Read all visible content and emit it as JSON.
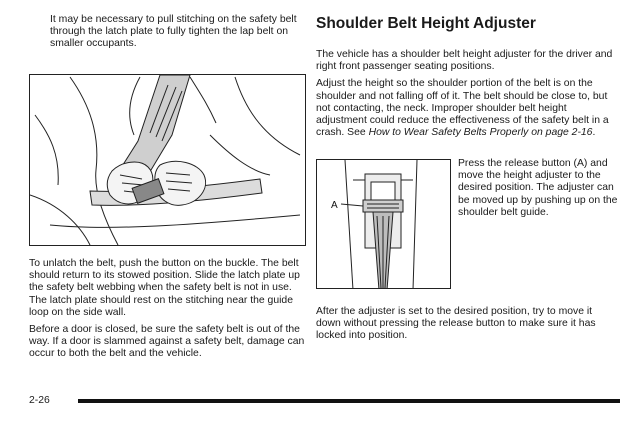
{
  "intro_text": "It may be necessary to pull stitching on the safety belt through the latch plate to fully tighten the lap belt on smaller occupants.",
  "unlatch_text": "To unlatch the belt, push the button on the buckle. The belt should return to its stowed position. Slide the latch plate up the safety belt webbing when the safety belt is not in use. The latch plate should rest on the stitching near the guide loop on the side wall.",
  "door_text": "Before a door is closed, be sure the safety belt is out of the way. If a door is slammed against a safety belt, damage can occur to both the belt and the vehicle.",
  "section_title": "Shoulder Belt Height Adjuster",
  "adjuster_intro": "The vehicle has a shoulder belt height adjuster for the driver and right front passenger seating positions.",
  "adjust_text": "Adjust the height so the shoulder portion of the belt is on the shoulder and not falling off of it. The belt should be close to, but not contacting, the neck. Improper shoulder belt height adjustment could reduce the effectiveness of the safety belt in a crash. See ",
  "xref_link": "How to Wear Safety Belts Properly on page 2-16",
  "xref_end": ".",
  "callout_label": "A",
  "caption": "Press the release button (A) and move the height adjuster to the desired position. The adjuster can be moved up by pushing up on the shoulder belt guide.",
  "after_text": "After the adjuster is set to the desired position, try to move it down without pressing the release button to make sure it has locked into position.",
  "page_number": "2-26"
}
